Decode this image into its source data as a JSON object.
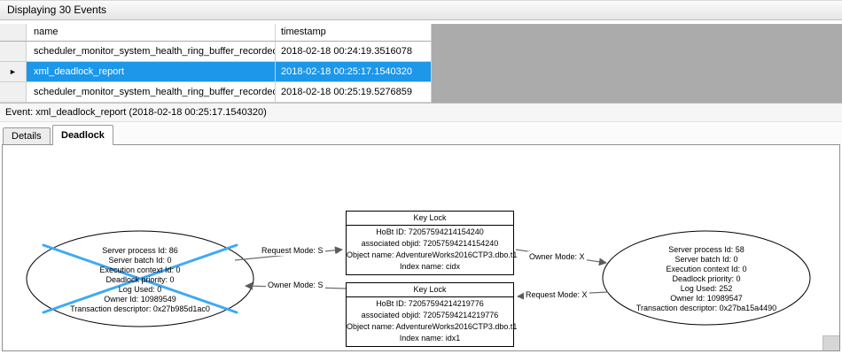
{
  "colors": {
    "selection_bg": "#1C97EA",
    "selection_text": "#FFFFFF",
    "victim_cross": "#3FA9F5",
    "grid_filler": "#ABABAB",
    "arrow": "#6E6E6E"
  },
  "top_bar": {
    "title": "Displaying 30 Events"
  },
  "events_table": {
    "columns": {
      "name": "name",
      "timestamp": "timestamp"
    },
    "selected_row_marker": "►",
    "rows": [
      {
        "name": "scheduler_monitor_system_health_ring_buffer_recorded",
        "timestamp": "2018-02-18 00:24:19.3516078"
      },
      {
        "name": "xml_deadlock_report",
        "timestamp": "2018-02-18 00:25:17.1540320"
      },
      {
        "name": "scheduler_monitor_system_health_ring_buffer_recorded",
        "timestamp": "2018-02-18 00:25:19.5276859"
      }
    ]
  },
  "event_bar": {
    "label": "Event: xml_deadlock_report (2018-02-18 00:25:17.1540320)"
  },
  "tabs": {
    "details": "Details",
    "deadlock": "Deadlock"
  },
  "deadlock_graph": {
    "victim_process": {
      "lines": [
        "Server process Id: 86",
        "Server batch Id: 0",
        "Execution context Id: 0",
        "Deadlock priority: 0",
        "Log Used: 0",
        "Owner Id: 10989549",
        "Transaction descriptor: 0x27b985d1ac0"
      ]
    },
    "winner_process": {
      "lines": [
        "Server process Id: 58",
        "Server batch Id: 0",
        "Execution context Id: 0",
        "Deadlock priority: 0",
        "Log Used: 252",
        "Owner Id: 10989547",
        "Transaction descriptor: 0x27ba15a4490"
      ]
    },
    "lock_top": {
      "title": "Key Lock",
      "lines": [
        "HoBt ID: 72057594214154240",
        "associated objid: 72057594214154240",
        "Object name: AdventureWorks2016CTP3.dbo.t1",
        "Index name: cidx"
      ]
    },
    "lock_bottom": {
      "title": "Key Lock",
      "lines": [
        "HoBt ID: 72057594214219776",
        "associated objid: 72057594214219776",
        "Object name: AdventureWorks2016CTP3.dbo.t1",
        "Index name: idx1"
      ]
    },
    "edge_labels": {
      "request_s": "Request Mode: S",
      "owner_s": "Owner Mode: S",
      "owner_x": "Owner Mode: X",
      "request_x": "Request Mode: X"
    }
  }
}
